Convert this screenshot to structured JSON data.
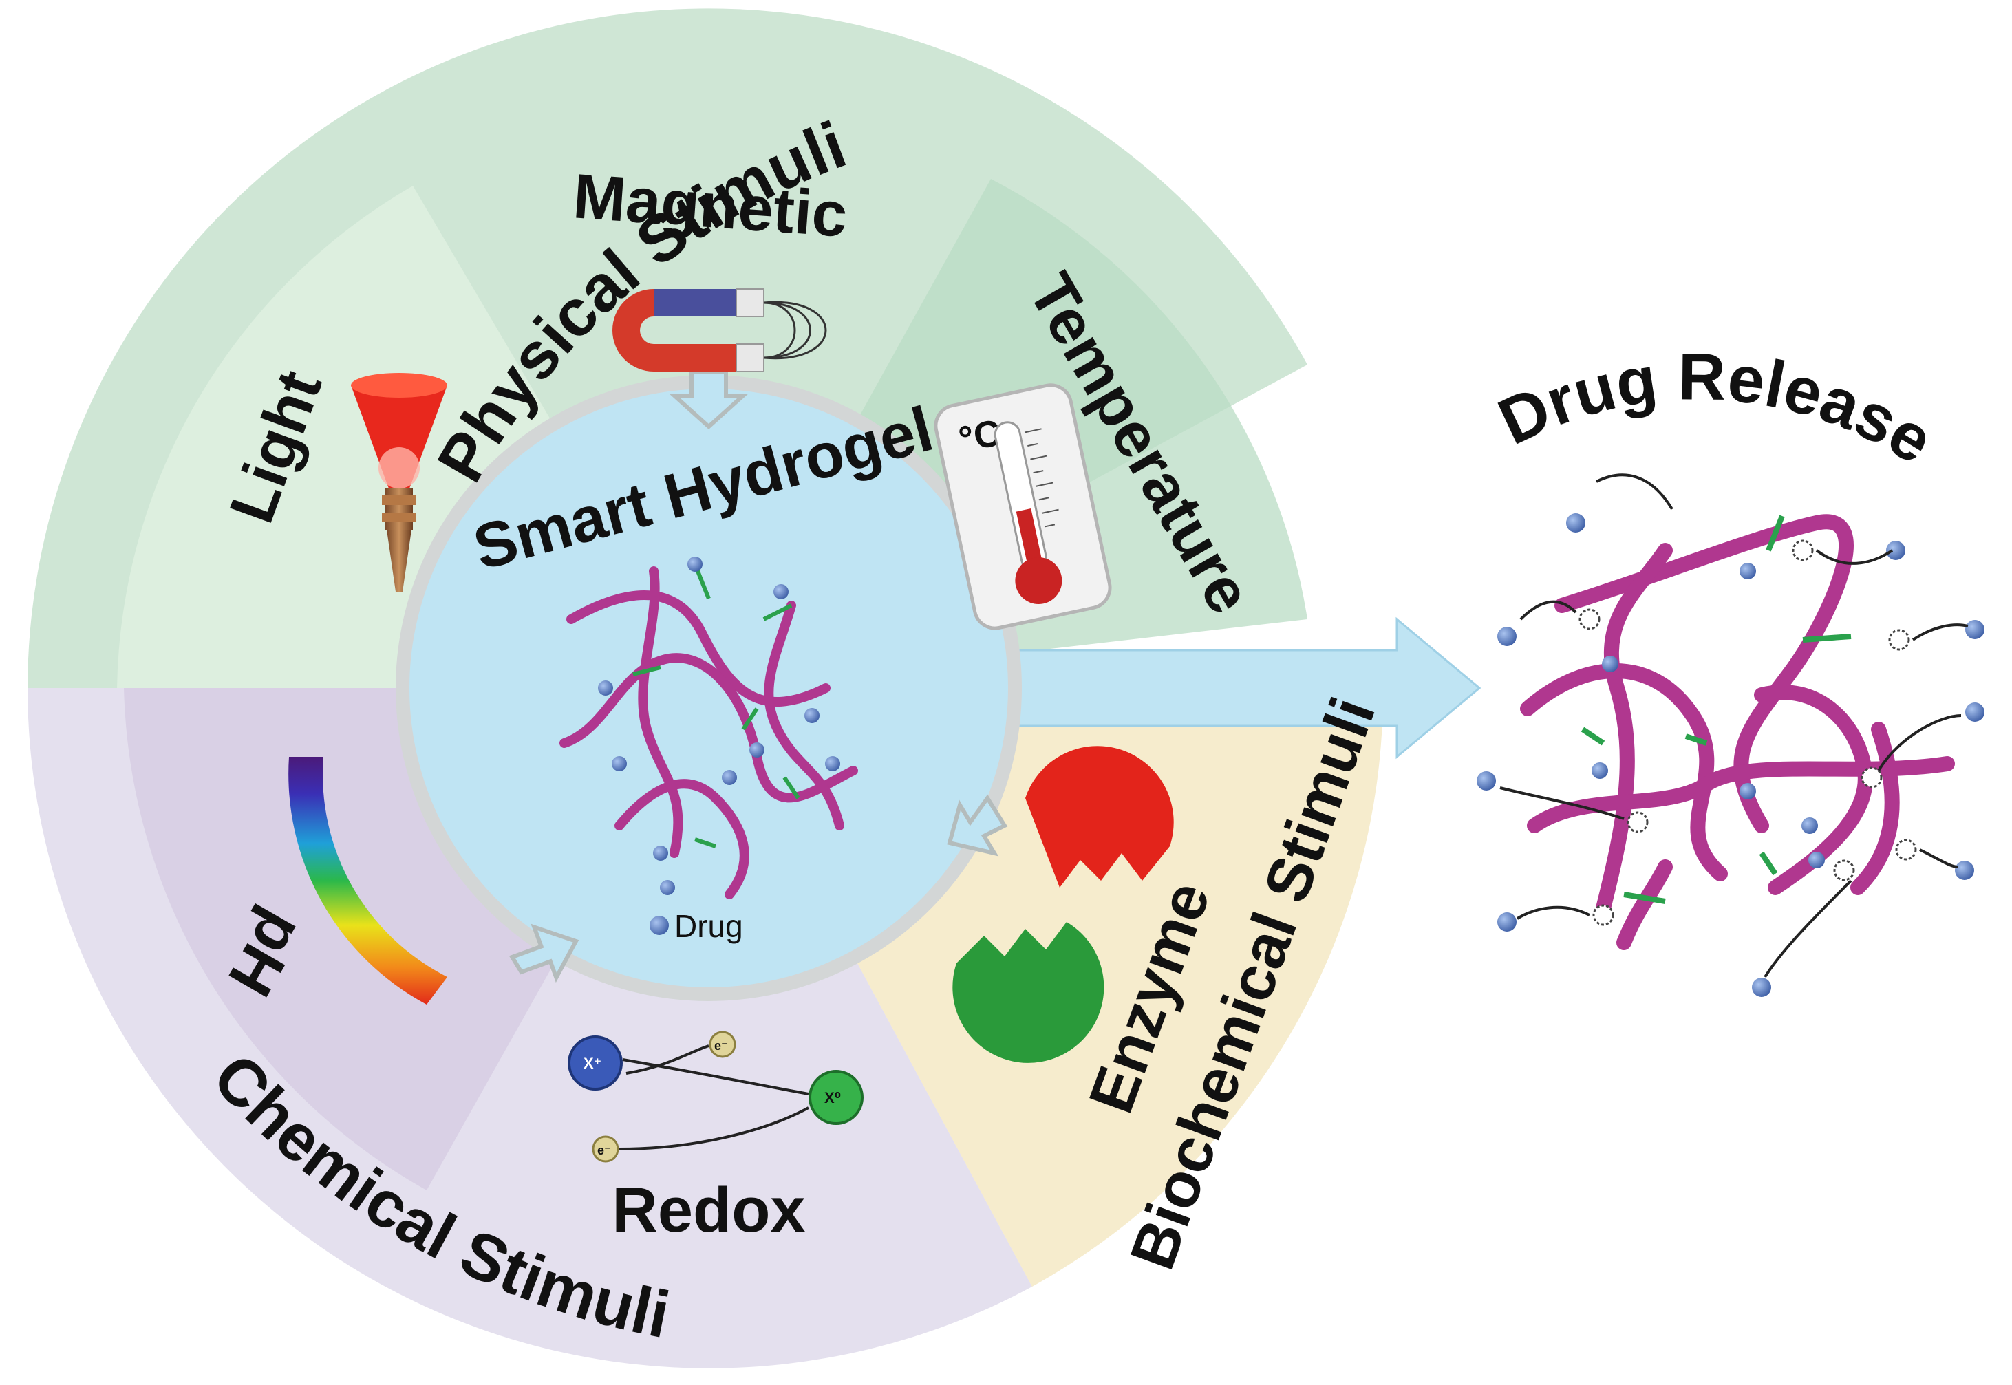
{
  "colors": {
    "physical": "#cfe6d5",
    "physical_dark": "#b9dcc4",
    "light_segment": "#ddefdf",
    "chemical": "#e4e0ee",
    "ph_segment": "#d9d0e5",
    "biochemical": "#f6eccd",
    "core": "#bfe4f3",
    "core_ring": "#c9cfcf",
    "arrow": "#bfe4f3",
    "chain": "#b0378f",
    "crosslink": "#2aa14c",
    "drug": "#4a6fb8"
  },
  "labels": {
    "physical_stimuli": "Physical Stimuli",
    "chemical_stimuli": "Chemical Stimuli",
    "biochemical_stimuli": "Biochemical Stimuli",
    "magnetic": "Magnetic",
    "temperature": "Temperature",
    "light": "Light",
    "ph": "pH",
    "redox": "Redox",
    "enzyme": "Enzyme",
    "smart_hydrogel": "Smart Hydrogel",
    "drug_legend": "Drug",
    "drug_release": "Drug Release",
    "celsius": "°C",
    "x_plus": "X⁺",
    "x_zero": "X⁰",
    "electron": "e⁻"
  },
  "icons": [
    "magnet-icon",
    "torch-icon",
    "thermometer-icon",
    "ph-scale-icon",
    "redox-icon",
    "enzyme-icon",
    "hydrogel-network-icon"
  ]
}
